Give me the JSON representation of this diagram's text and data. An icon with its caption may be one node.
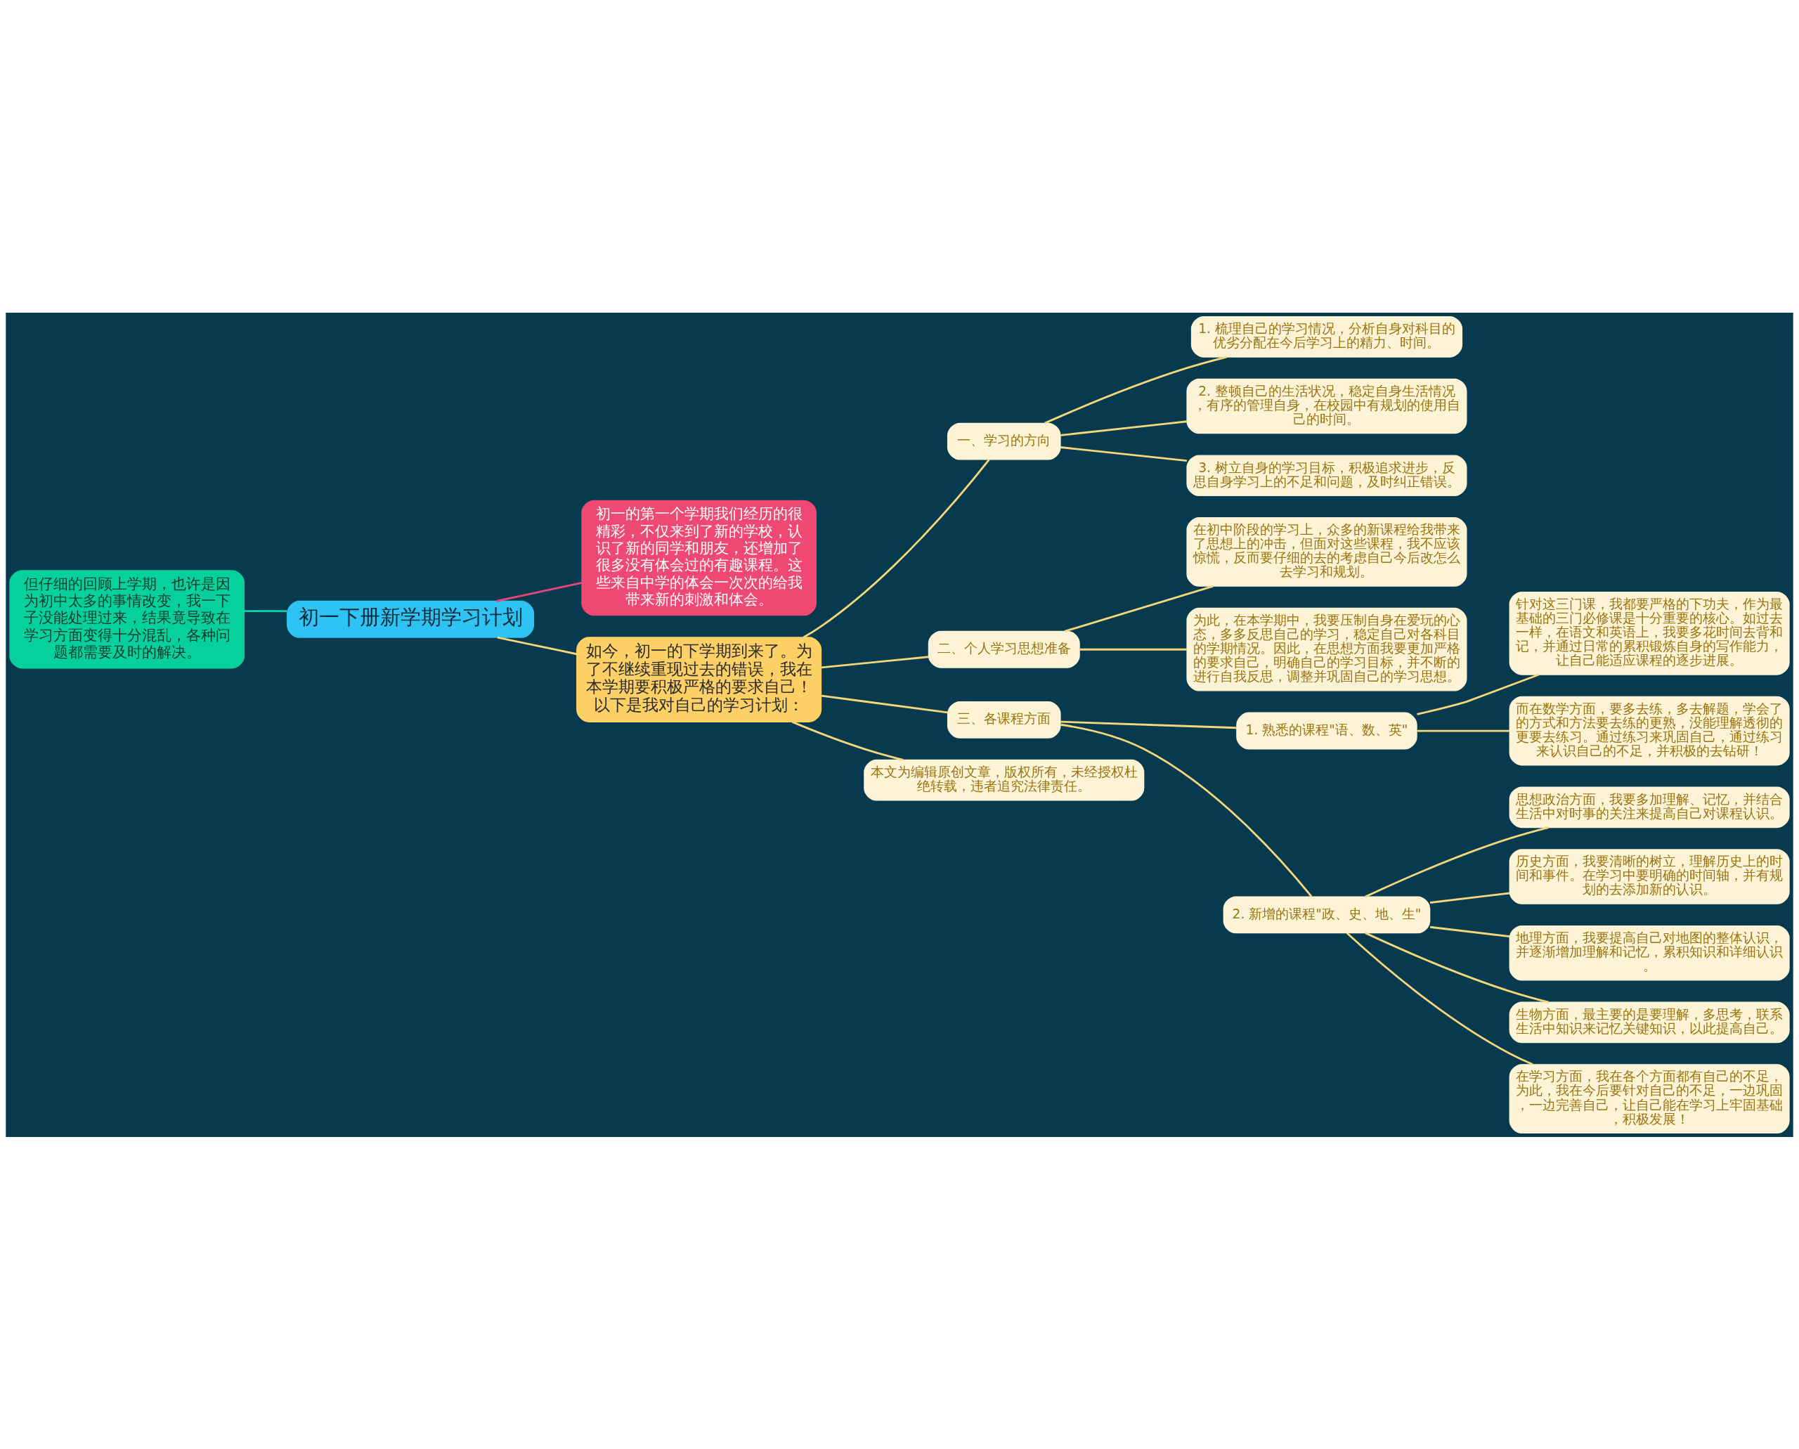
{
  "diagram": {
    "nodes": [
      {
        "text": [
          "初一下册新学期学习计划"
        ]
      },
      {
        "text": [
          "初一的第一个学期我们经历的很精彩，不仅来到了新的学校，认识了新的同学和朋友，还增加了很多没有体会过的有趣课程。这些来自中学的体会一次次的给我带来新的刺激和体会。"
        ]
      },
      {
        "text": [
          "但仔细的回顾上学期，也许是因为初中太多的事情改变，我一下子没能处理过来，结果竟导致在学习方面变得十分混乱，各种问题都需要及时的解决。"
        ]
      },
      {
        "text": [
          "如今，初一的下学期到来了。为了不继续重现过去的错误，我在本学期要积极严格的要求自己！以下是我对自己的学习计划："
        ]
      },
      {
        "text": [
          "一、学习的方向"
        ]
      },
      {
        "text": [
          "1. 梳理自己的学习情况，分析自身对科目的优劣分配在今后学习上的精力、时间。"
        ]
      },
      {
        "text": [
          "2. 整顿自己的生活状况，稳定自身生活情况，有序的管理自身，在校园中有规划的使用自己的时间。"
        ]
      },
      {
        "text": [
          "3. 树立自身的学习目标，积极追求进步，反思自身学习上的不足和问题，及时纠正错误。"
        ]
      },
      {
        "text": [
          "二、个人学习思想准备"
        ]
      },
      {
        "text": [
          "在初中阶段的学习上，众多的新课程给我带来了思想上的冲击，但面对这些课程，我不应该惊慌，反而要仔细的去的考虑自己今后改怎么去学习和规划。"
        ]
      },
      {
        "text": [
          "为此，在本学期中，我要压制自身在爱玩的心态，多多反思自己的学习，稳定自己对各科目的学期情况。因此，在思想方面我要更加严格的要求自己，明确自己的学习目标，并不断的进行自我反思，调整并巩固自己的学习思想。"
        ]
      },
      {
        "text": [
          "三、各课程方面"
        ]
      },
      {
        "text": [
          "1. 熟悉的课程\"语、数、英\""
        ]
      },
      {
        "text": [
          "针对这三门课，我都要严格的下功夫，作为最基础的三门必修课是十分重要的核心。如过去一样，在语文和英语上，我要多花时间去背和记，并通过日常的累积锻炼自身的写作能力，让自己能适应课程的逐步进展。"
        ]
      },
      {
        "text": [
          "而在数学方面，要多去练，多去解题，学会了的方式和方法要去练的更熟，没能理解透彻的更要去练习。通过练习来巩固自己，通过练习来认识自己的不足，并积极的去钻研！"
        ]
      },
      {
        "text": [
          "2. 新增的课程\"政、史、地、生\""
        ]
      },
      {
        "text": [
          "思想政治方面，我要多加理解、记忆，并结合生活中对时事的关注来提高自己对课程认识。"
        ]
      },
      {
        "text": [
          "历史方面，我要清晰的树立，理解历史上的时间和事件。在学习中要明确的时间轴，并有规划的去添加新的认识。"
        ]
      },
      {
        "text": [
          "地理方面，我要提高自己对地图的整体认识，并逐渐增加理解和记忆，累积知识和详细认识。"
        ]
      },
      {
        "text": [
          "生物方面，最主要的是要理解，多思考，联系生活中知识来记忆关键知识，以此提高自己。"
        ]
      },
      {
        "text": [
          "在学习方面，我在各个方面都有自己的不足，为此，我在今后要针对自己的不足，一边巩固，一边完善自己，让自己能在学习上牢固基础，积极发展！"
        ]
      },
      {
        "text": [
          "本文为编辑原创文章，版权所有，未经授权杜绝转载，违者追究法律责任。"
        ]
      }
    ],
    "edges": [
      {
        "from": 0,
        "to": 1,
        "arrow": "none",
        "color": "#e8457a"
      },
      {
        "from": 0,
        "to": 2,
        "arrow": "none",
        "color": "#06d19c"
      },
      {
        "from": 0,
        "to": 3,
        "arrow": "none"
      },
      {
        "from": 3,
        "to": 4,
        "arrow": "none"
      },
      {
        "from": 4,
        "to": 5,
        "arrow": "none"
      },
      {
        "from": 4,
        "to": 6,
        "arrow": "none"
      },
      {
        "from": 4,
        "to": 7,
        "arrow": "none"
      },
      {
        "from": 3,
        "to": 8,
        "arrow": "none"
      },
      {
        "from": 8,
        "to": 9,
        "arrow": "none"
      },
      {
        "from": 8,
        "to": 10,
        "arrow": "none"
      },
      {
        "from": 3,
        "to": 11,
        "arrow": "none"
      },
      {
        "from": 11,
        "to": 12,
        "arrow": "none"
      },
      {
        "from": 12,
        "to": 13,
        "arrow": "none"
      },
      {
        "from": 12,
        "to": 14,
        "arrow": "none"
      },
      {
        "from": 11,
        "to": 15,
        "arrow": "none"
      },
      {
        "from": 15,
        "to": 16,
        "arrow": "none"
      },
      {
        "from": 15,
        "to": 17,
        "arrow": "none"
      },
      {
        "from": 15,
        "to": 18,
        "arrow": "none"
      },
      {
        "from": 15,
        "to": 19,
        "arrow": "none"
      },
      {
        "from": 15,
        "to": 20,
        "arrow": "none"
      },
      {
        "from": 3,
        "to": 21,
        "arrow": "none"
      }
    ]
  }
}
